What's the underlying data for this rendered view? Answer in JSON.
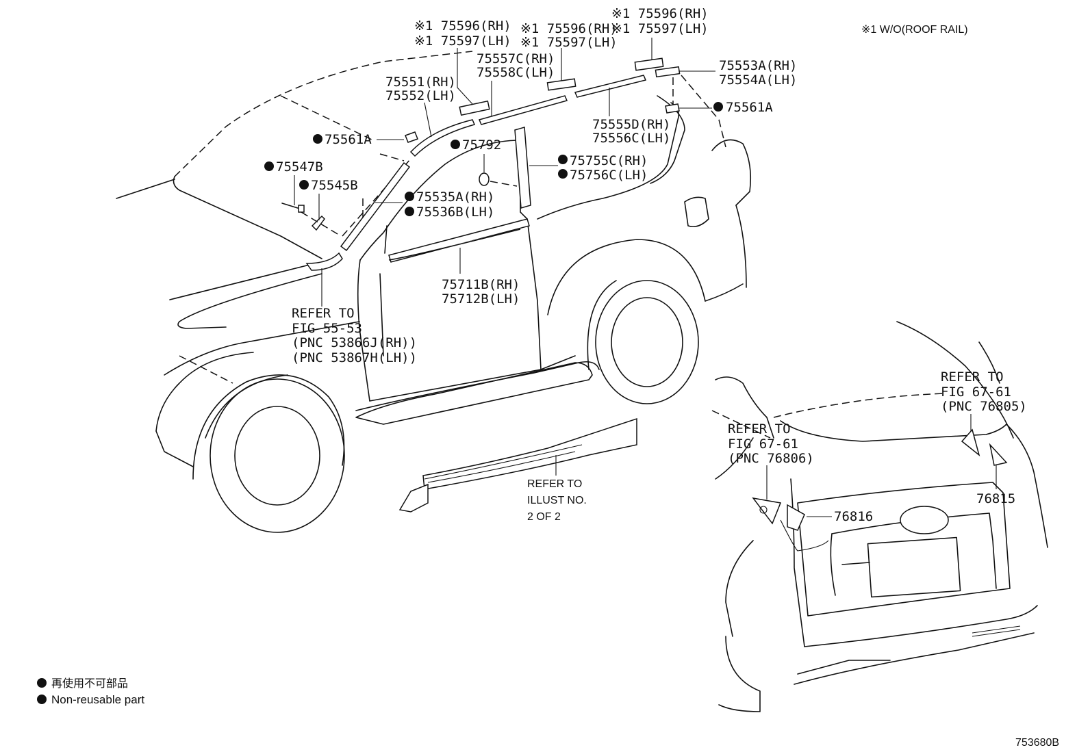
{
  "note": "※1 W/O(ROOF RAIL)",
  "figure_code": "753680B",
  "legend": {
    "line1": "再使用不可部品",
    "line2": "Non-reusable part"
  },
  "labels": {
    "l1a": "※1 75596(RH)",
    "l1b": "※1 75597(LH)",
    "l2a": "※1 75596(RH)",
    "l2b": "※1 75597(LH)",
    "l3a": "※1 75596(RH)",
    "l3b": "※1 75597(LH)",
    "l4a": "75557C(RH)",
    "l4b": "75558C(LH)",
    "l5a": "75553A(RH)",
    "l5b": "75554A(LH)",
    "l6": "75561A",
    "l7a": "75551(RH)",
    "l7b": "75552(LH)",
    "l8a": "75555D(RH)",
    "l8b": "75556C(LH)",
    "l9": "75561A",
    "l10": "75792",
    "l11a": "75755C(RH)",
    "l11b": "75756C(LH)",
    "l12": "75547B",
    "l13": "75545B",
    "l14a": "75535A(RH)",
    "l14b": "75536B(LH)",
    "l15a": "75711B(RH)",
    "l15b": "75712B(LH)",
    "ref1": [
      "REFER TO",
      "FIG 55-53",
      "(PNC 53866J(RH))",
      "(PNC 53867H(LH))"
    ],
    "ref2": [
      "REFER TO",
      "ILLUST NO.",
      "2 OF 2"
    ],
    "ref3": [
      "REFER TO",
      "FIG 67-61",
      "(PNC 76806)"
    ],
    "ref4": [
      "REFER TO",
      "FIG 67-61",
      "(PNC 76805)"
    ],
    "l16": "76816",
    "l17": "76815"
  }
}
